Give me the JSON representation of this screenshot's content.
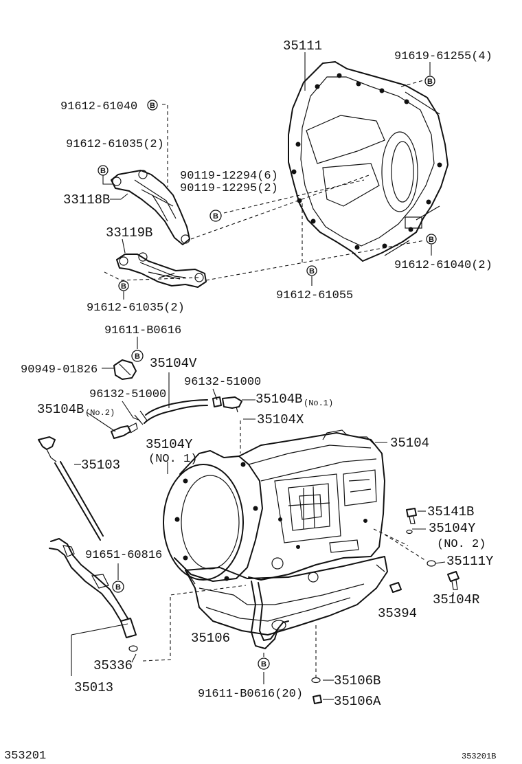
{
  "labels": {
    "bell_housing": "35111",
    "bolt_91619": "91619-61255(4)",
    "bolt_91612_61040_a": "91612-61040",
    "bolt_91612_61035_a": "91612-61035(2)",
    "bolt_90119_6": "90119-12294(6)",
    "bolt_90119_2": "90119-12295(2)",
    "bracket_33118b": "33118B",
    "bracket_33119b": "33119B",
    "bolt_91612_61040_b": "91612-61040(2)",
    "bolt_91612_61035_b": "91612-61035(2)",
    "bolt_91612_61055": "91612-61055",
    "bolt_91611_b0616": "91611-B0616",
    "clamp_90949": "90949-01826",
    "hose_35104v": "35104V",
    "clip_96132_a": "96132-51000",
    "clip_96132_b": "96132-51000",
    "union_35104b_no1": "35104B",
    "union_35104b_no1_note": "(No.1)",
    "union_35104b_no2": "35104B",
    "union_35104b_no2_note": "(No.2)",
    "gasket_35104x": "35104X",
    "gasket_35104y_no1": "35104Y",
    "gasket_35104y_no1_note": "(NO. 1)",
    "case_35104": "35104",
    "dipstick_35103": "35103",
    "plug_35141b": "35141B",
    "gasket_35104y_no2": "35104Y",
    "gasket_35104y_no2_note": "(NO. 2)",
    "ring_35111y": "35111Y",
    "bolt_91651": "91651-60816",
    "plug_35104r": "35104R",
    "part_35394": "35394",
    "oil_pan_35106": "35106",
    "oring_35336": "35336",
    "tube_35013": "35013",
    "bolt_91611_b0616_20": "91611-B0616(20)",
    "gasket_35106b": "35106B",
    "plug_35106a": "35106A",
    "figure_id_left": "353201",
    "figure_id_right": "353201B"
  },
  "marker_letter": "B"
}
